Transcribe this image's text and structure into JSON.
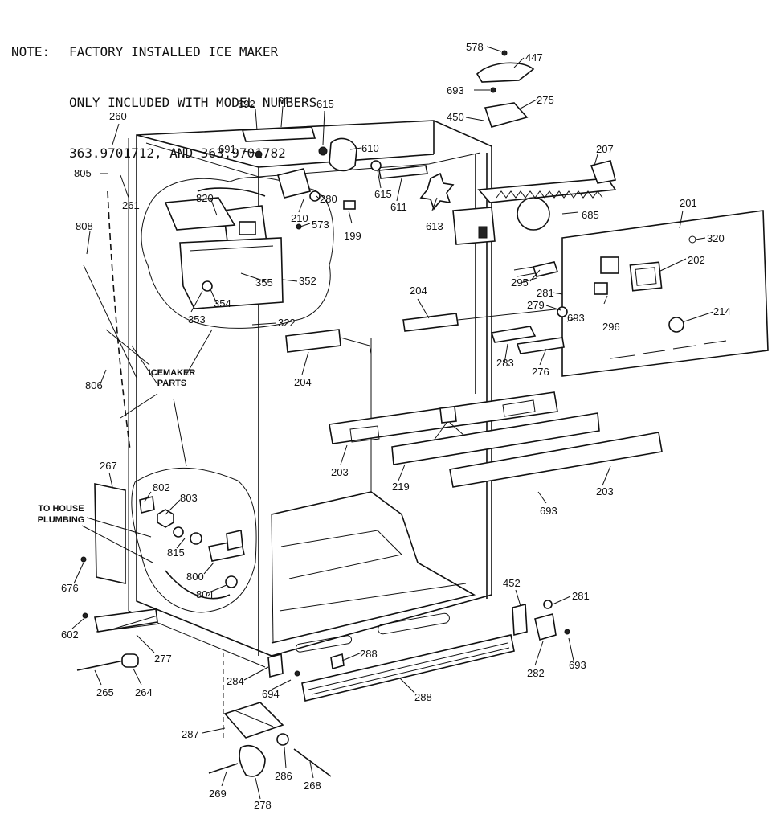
{
  "note": {
    "prefix": "NOTE:",
    "line1": "FACTORY INSTALLED ICE MAKER",
    "line2": "ONLY INCLUDED WITH MODEL NUMBERS",
    "line3": "363.9701712, AND 363.9701782"
  },
  "callouts": {
    "icemaker": [
      "ICEMAKER",
      "PARTS"
    ],
    "plumbing": [
      "TO HOUSE",
      "PLUMBING"
    ]
  },
  "part_labels": [
    "578",
    "447",
    "693",
    "275",
    "450",
    "207",
    "201",
    "320",
    "202",
    "214",
    "296",
    "281",
    "279",
    "693",
    "276",
    "283",
    "295",
    "685",
    "692",
    "611",
    "615",
    "610",
    "691",
    "615",
    "611",
    "613",
    "280",
    "210",
    "573",
    "199",
    "260",
    "805",
    "261",
    "820",
    "808",
    "355",
    "352",
    "353",
    "354",
    "322",
    "204",
    "204",
    "806",
    "203",
    "219",
    "203",
    "693",
    "267",
    "802",
    "803",
    "815",
    "800",
    "804",
    "676",
    "602",
    "277",
    "265",
    "264",
    "452",
    "281",
    "282",
    "693",
    "288",
    "288",
    "284",
    "694",
    "287",
    "286",
    "268",
    "269",
    "278"
  ]
}
